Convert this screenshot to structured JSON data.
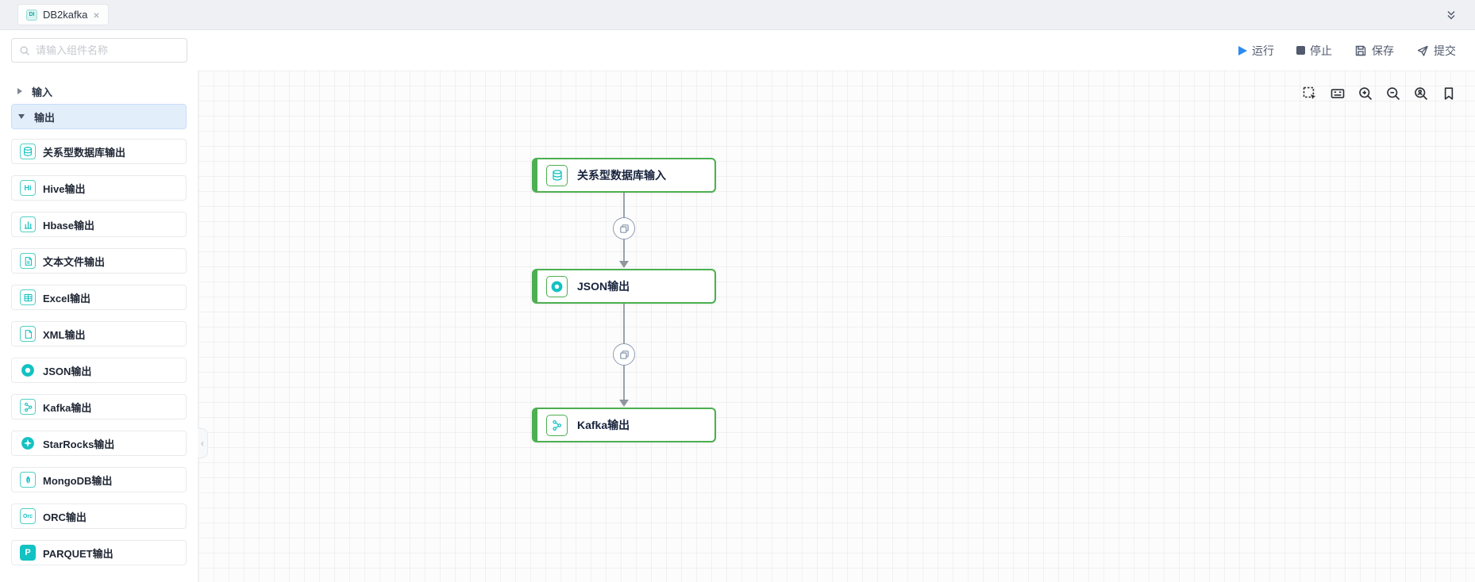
{
  "tabbar": {
    "tabs": [
      {
        "label": "DB2kafka",
        "icon": "pipeline-badge"
      }
    ],
    "close_glyph": "×",
    "collapse_icon": "chevron-double-down"
  },
  "search": {
    "placeholder": "请输入组件名称"
  },
  "toolbar": {
    "actions": [
      {
        "label": "运行",
        "icon": "play"
      },
      {
        "label": "停止",
        "icon": "stop"
      },
      {
        "label": "保存",
        "icon": "save"
      },
      {
        "label": "提交",
        "icon": "submit"
      }
    ]
  },
  "sidebar": {
    "sections": [
      {
        "label": "输入",
        "expanded": false
      },
      {
        "label": "输出",
        "expanded": true
      }
    ],
    "items": [
      {
        "label": "关系型数据库输出",
        "icon": "database"
      },
      {
        "label": "Hive输出",
        "icon": "hive",
        "icon_text": "Hi"
      },
      {
        "label": "Hbase输出",
        "icon": "hbase"
      },
      {
        "label": "文本文件输出",
        "icon": "text-file"
      },
      {
        "label": "Excel输出",
        "icon": "excel"
      },
      {
        "label": "XML输出",
        "icon": "xml"
      },
      {
        "label": "JSON输出",
        "icon": "json"
      },
      {
        "label": "Kafka输出",
        "icon": "kafka"
      },
      {
        "label": "StarRocks输出",
        "icon": "starrocks"
      },
      {
        "label": "MongoDB输出",
        "icon": "mongodb"
      },
      {
        "label": "ORC输出",
        "icon": "orc",
        "icon_text": "Orc"
      },
      {
        "label": "PARQUET输出",
        "icon": "parquet",
        "icon_text": "P"
      }
    ]
  },
  "canvas": {
    "nodes": [
      {
        "label": "关系型数据库输入",
        "icon": "database"
      },
      {
        "label": "JSON输出",
        "icon": "json"
      },
      {
        "label": "Kafka输出",
        "icon": "kafka"
      }
    ],
    "edges": [
      {
        "from": 0,
        "to": 1,
        "midpoint_icon": "copy"
      },
      {
        "from": 1,
        "to": 2,
        "midpoint_icon": "copy"
      }
    ],
    "controls": [
      "select",
      "minimap",
      "zoom-in",
      "zoom-out",
      "zoom-user",
      "bookmark"
    ]
  },
  "colors": {
    "accent_teal": "#13c2c2",
    "node_green": "#4caf50",
    "edge_gray": "#8f9bb3",
    "play_blue": "#2d8cf0",
    "section_active_bg": "#e3eefb"
  }
}
